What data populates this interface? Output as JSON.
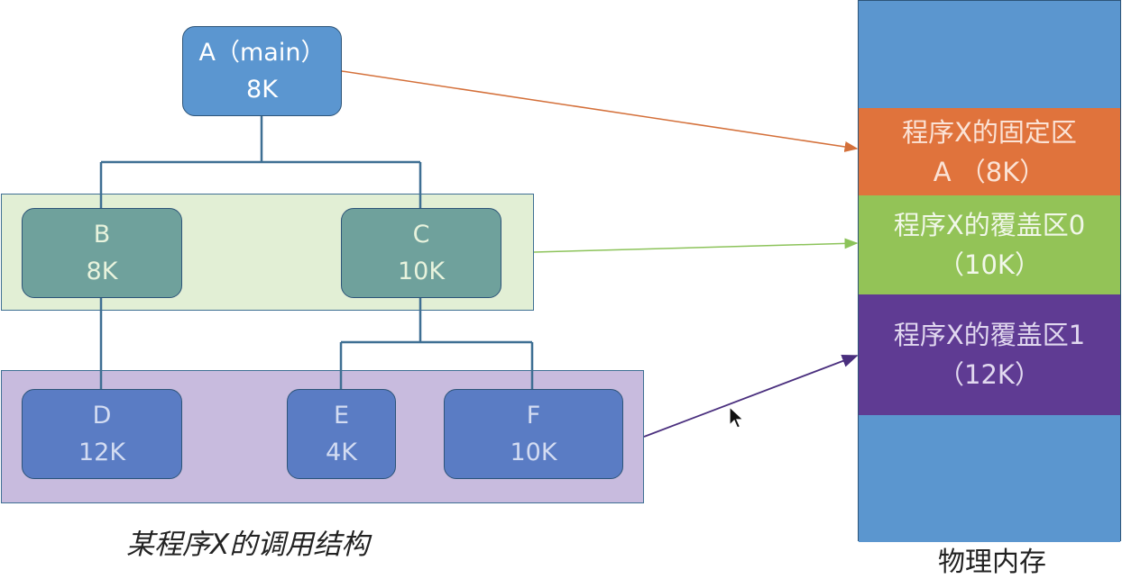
{
  "tree": {
    "nodes": {
      "a": {
        "name": "A（main）",
        "size": "8K"
      },
      "b": {
        "name": "B",
        "size": "8K"
      },
      "c": {
        "name": "C",
        "size": "10K"
      },
      "d": {
        "name": "D",
        "size": "12K"
      },
      "e": {
        "name": "E",
        "size": "4K"
      },
      "f": {
        "name": "F",
        "size": "10K"
      }
    },
    "caption": "某程序X的调用结构"
  },
  "memory": {
    "fixed": {
      "title": "程序X的固定区",
      "detail": "A （8K）"
    },
    "overlay0": {
      "title": "程序X的覆盖区0",
      "detail": "（10K）"
    },
    "overlay1": {
      "title": "程序X的覆盖区1",
      "detail": "（12K）"
    },
    "label": "物理内存"
  },
  "colors": {
    "root_node": "#5b96d0",
    "layer1_band": "#e2efd5",
    "layer1_node": "#6fa19c",
    "layer2_band": "#c8bbde",
    "layer2_node": "#5a7cc4",
    "memory_free": "#5b96cf",
    "fixed_area": "#e0733c",
    "overlay0_area": "#93c357",
    "overlay1_area": "#5f3b93",
    "arrow_fixed": "#d4703a",
    "arrow_overlay0": "#8cc35a",
    "arrow_overlay1": "#4a2f7e"
  }
}
